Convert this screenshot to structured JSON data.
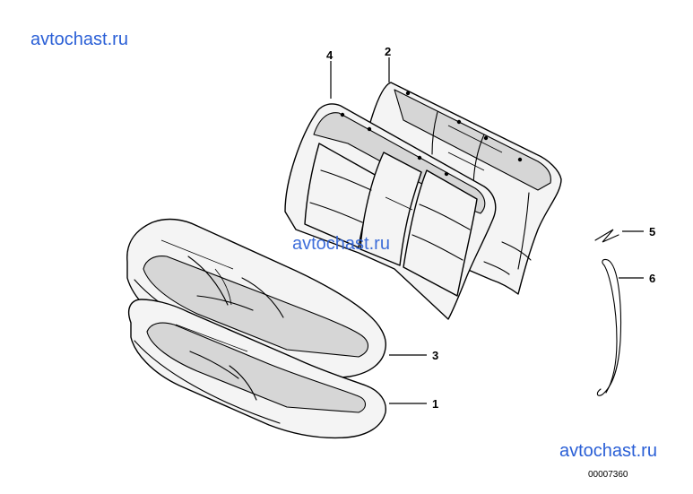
{
  "watermarks": [
    "avtochast.ru",
    "avtochast.ru",
    "avtochast.ru"
  ],
  "diagram_code": "00007360",
  "callouts": [
    {
      "label": "4"
    },
    {
      "label": "2"
    },
    {
      "label": "5"
    },
    {
      "label": "6"
    },
    {
      "label": "3"
    },
    {
      "label": "1"
    }
  ]
}
